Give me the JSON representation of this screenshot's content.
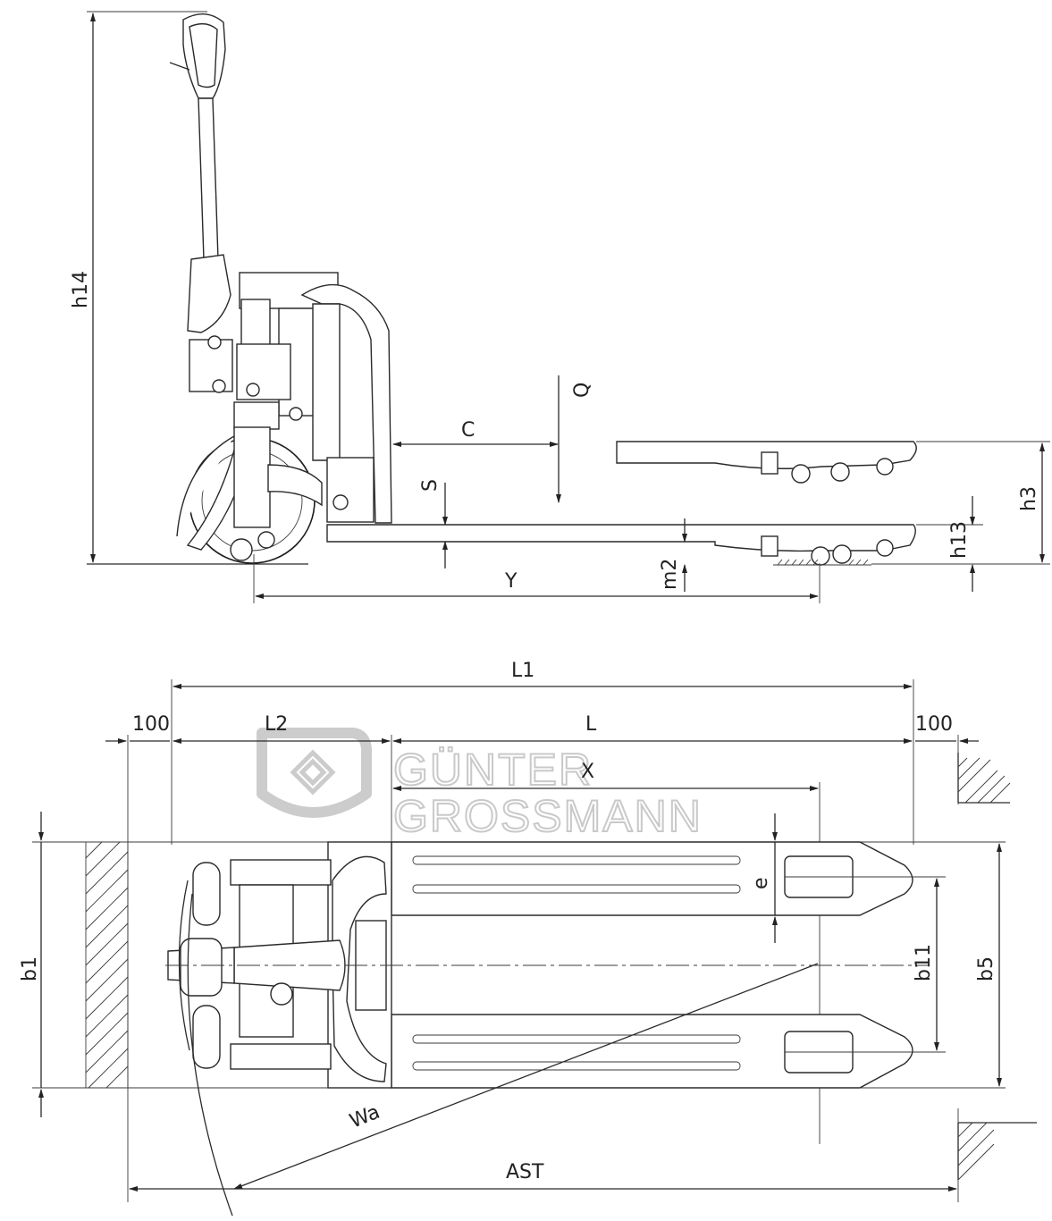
{
  "side_view": {
    "h14": "h14",
    "Q": "Q",
    "C": "C",
    "S": "S",
    "Y": "Y",
    "m2": "m2",
    "h13": "h13",
    "h3": "h3"
  },
  "top_view": {
    "L1": "L1",
    "L": "L",
    "L2": "L2",
    "clearance_left": "100",
    "clearance_right": "100",
    "X": "X",
    "e": "e",
    "b1": "b1",
    "b11": "b11",
    "b5": "b5",
    "Wa": "Wa",
    "AST": "AST"
  },
  "watermark": {
    "line1": "GÜNTER",
    "line2": "GROSSMANN"
  }
}
